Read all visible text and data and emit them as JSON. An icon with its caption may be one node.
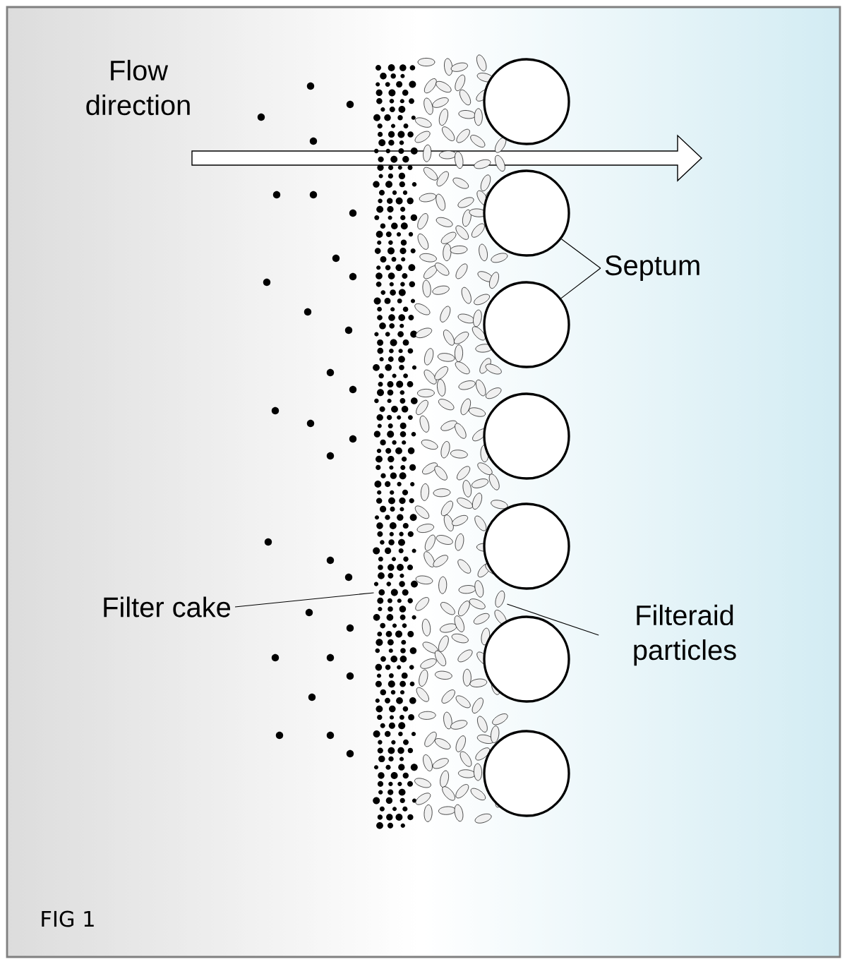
{
  "diagram": {
    "nodes": [
      {
        "text": [
          "Septum"
        ]
      },
      {
        "text": [
          "Filter cake"
        ]
      },
      {
        "text": [
          "Filteraid particles"
        ]
      },
      {
        "text": [],
        "shape": "circle"
      },
      {
        "text": [],
        "shape": "circle"
      },
      {
        "text": [],
        "shape": "circle"
      },
      {
        "text": [],
        "shape": "circle"
      },
      {
        "text": [],
        "shape": "circle"
      },
      {
        "text": [],
        "shape": "circle"
      },
      {
        "text": [],
        "shape": "circle"
      },
      {
        "text": [],
        "shape": "picture"
      },
      {
        "text": [],
        "shape": "picture"
      }
    ],
    "edges": [
      {
        "from": 0,
        "to": 4,
        "arrow": "none"
      },
      {
        "from": 0,
        "to": 5,
        "arrow": "none"
      },
      {
        "from": 1,
        "to": 10,
        "arrow": "none"
      },
      {
        "from": 2,
        "to": 11,
        "arrow": "none"
      }
    ],
    "labels": [
      "Flow direction",
      "FIG 1"
    ]
  }
}
